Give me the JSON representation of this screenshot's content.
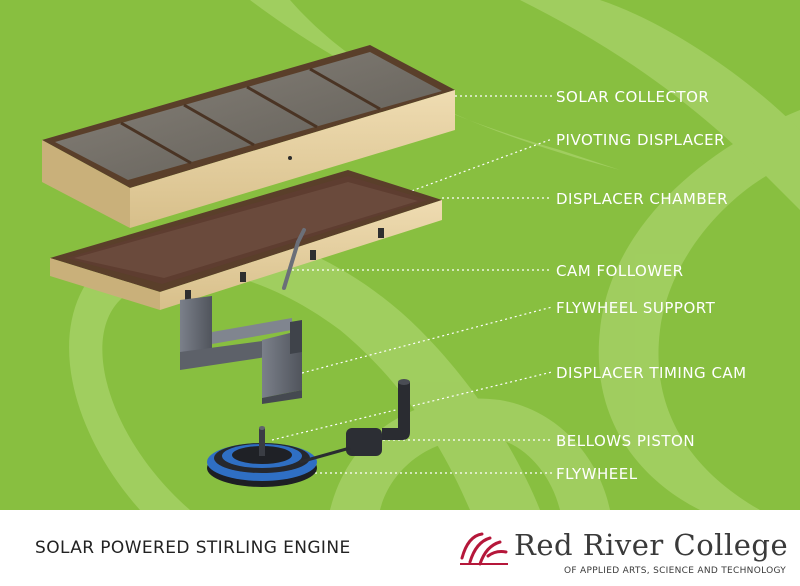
{
  "labels": [
    "SOLAR COLLECTOR",
    "PIVOTING DISPLACER",
    "DISPLACER CHAMBER",
    "CAM FOLLOWER",
    "FLYWHEEL SUPPORT",
    "DISPLACER TIMING CAM",
    "BELLOWS PISTON",
    "FLYWHEEL"
  ],
  "caption": "SOLAR POWERED STIRLING ENGINE",
  "logo": {
    "name": "Red River College",
    "subtitle": "OF APPLIED ARTS, SCIENCE AND TECHNOLOGY"
  },
  "colors": {
    "background_green": "#88bf40",
    "background_light_green": "#a3cf63",
    "label_text": "#ffffff",
    "logo_red": "#b5173a",
    "wood": "#e6d2a6",
    "glass": "#6e6a63",
    "flywheel_blue": "#2f6fc4",
    "metal": "#6b6f78"
  }
}
